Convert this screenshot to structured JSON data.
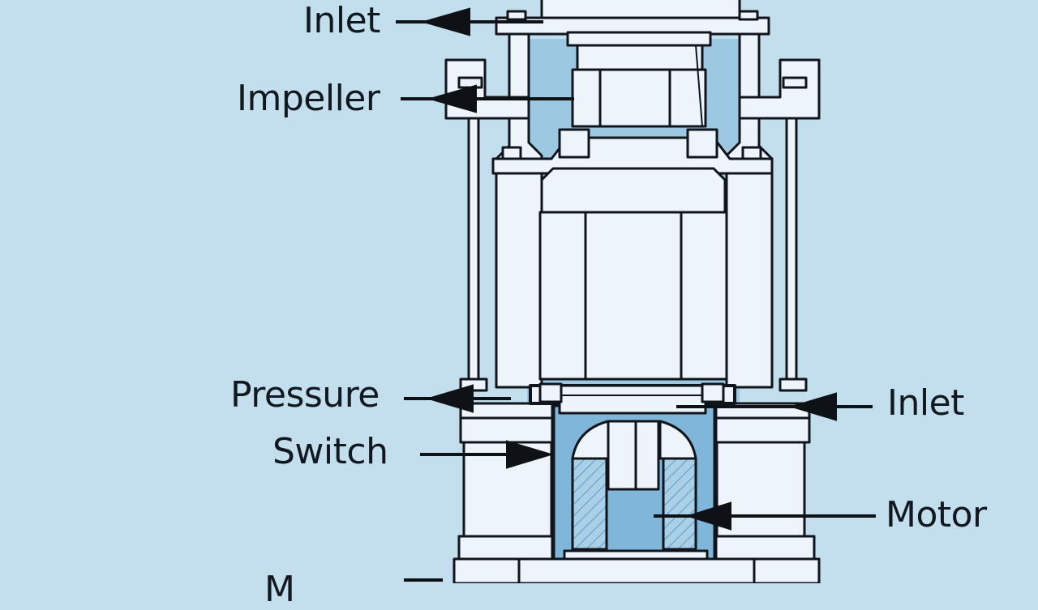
{
  "labels": {
    "inlet_top": "Inlet",
    "impeller": "Impeller",
    "pressure_switch_line1": "Pressure",
    "pressure_switch_line2": "Switch",
    "inlet_right": "Inlet",
    "motor": "Motor",
    "bottom_partial": "M"
  },
  "colors": {
    "background": "#c3deec",
    "body_fill": "#eef5fa",
    "water_fill": "#9cc8e2",
    "outline": "#10151c",
    "deep_blue": "#3f87bf"
  }
}
